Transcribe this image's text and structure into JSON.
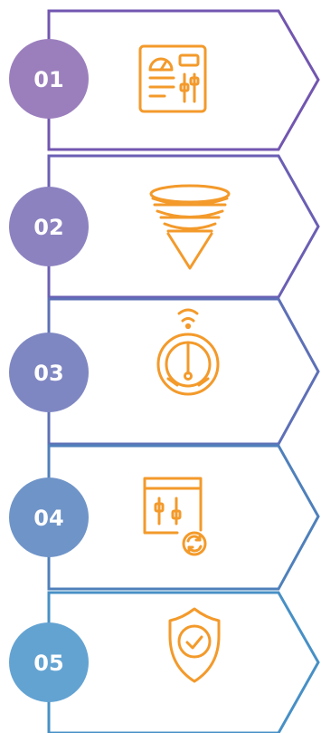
{
  "steps": [
    {
      "number": "01",
      "icon": "dashboard-controls-icon",
      "circle_color": "#9b7fbd",
      "line_color": "#7256b0"
    },
    {
      "number": "02",
      "icon": "funnel-tornado-icon",
      "circle_color": "#8d82c0",
      "line_color": "#6a5fb4"
    },
    {
      "number": "03",
      "icon": "wireless-speedometer-icon",
      "circle_color": "#7f87c2",
      "line_color": "#5d70b7"
    },
    {
      "number": "04",
      "icon": "settings-refresh-icon",
      "circle_color": "#6f94c8",
      "line_color": "#4f80bb"
    },
    {
      "number": "05",
      "icon": "shield-check-icon",
      "circle_color": "#63a3d2",
      "line_color": "#4790c6"
    }
  ],
  "icon_color": "#f39a2b"
}
